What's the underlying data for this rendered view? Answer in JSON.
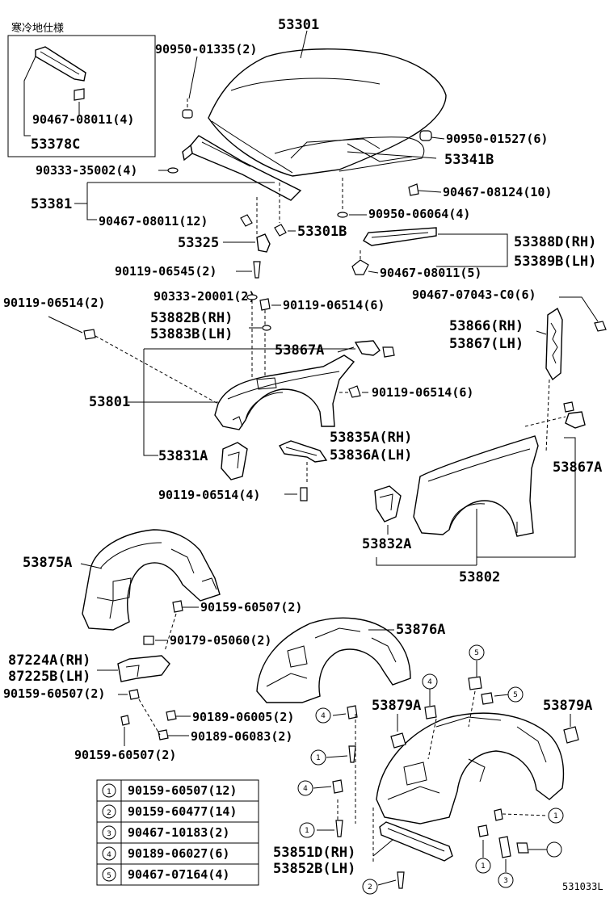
{
  "diagram_id": "531033L",
  "cold_spec_title": "寒冷地仕様",
  "labels": {
    "p53301": "53301",
    "p90950_01335": "90950-01335(2)",
    "p90467_08011_4": "90467-08011(4)",
    "p53378C": "53378C",
    "p90950_01527": "90950-01527(6)",
    "p53341B": "53341B",
    "p90333_35002": "90333-35002(4)",
    "p90467_08124": "90467-08124(10)",
    "p53381": "53381",
    "p90467_08011_12": "90467-08011(12)",
    "p90950_06064": "90950-06064(4)",
    "p53325": "53325",
    "p53301B": "53301B",
    "p53388D": "53388D(RH)",
    "p53389B": "53389B(LH)",
    "p90119_06545": "90119-06545(2)",
    "p90467_08011_5": "90467-08011(5)",
    "p90119_06514_2": "90119-06514(2)",
    "p90333_20001": "90333-20001(2)",
    "p90119_06514_6a": "90119-06514(6)",
    "p90467_07043": "90467-07043-C0(6)",
    "p53882B": "53882B(RH)",
    "p53883B": "53883B(LH)",
    "p53866": "53866(RH)",
    "p53867": "53867(LH)",
    "p53867A_1": "53867A",
    "p53801": "53801",
    "p90119_06514_6b": "90119-06514(6)",
    "p53835A": "53835A(RH)",
    "p53836A": "53836A(LH)",
    "p53831A": "53831A",
    "p53867A_2": "53867A",
    "p90119_06514_4": "90119-06514(4)",
    "p53832A": "53832A",
    "p53875A": "53875A",
    "p53802": "53802",
    "p90159_60507_2a": "90159-60507(2)",
    "p53876A": "53876A",
    "p90179_05060": "90179-05060(2)",
    "p87224A": "87224A(RH)",
    "p87225B": "87225B(LH)",
    "p90159_60507_2b": "90159-60507(2)",
    "p53879A_1": "53879A",
    "p53879A_2": "53879A",
    "p90189_06005": "90189-06005(2)",
    "p90189_06083": "90189-06083(2)",
    "p90159_60507_2c": "90159-60507(2)",
    "p53851D": "53851D(RH)",
    "p53852B": "53852B(LH)"
  },
  "callout_numbers": [
    "1",
    "2",
    "3",
    "4",
    "5"
  ],
  "legend": [
    {
      "num": "1",
      "part": "90159-60507(12)"
    },
    {
      "num": "2",
      "part": "90159-60477(14)"
    },
    {
      "num": "3",
      "part": "90467-10183(2)"
    },
    {
      "num": "4",
      "part": "90189-06027(6)"
    },
    {
      "num": "5",
      "part": "90467-07164(4)"
    }
  ]
}
